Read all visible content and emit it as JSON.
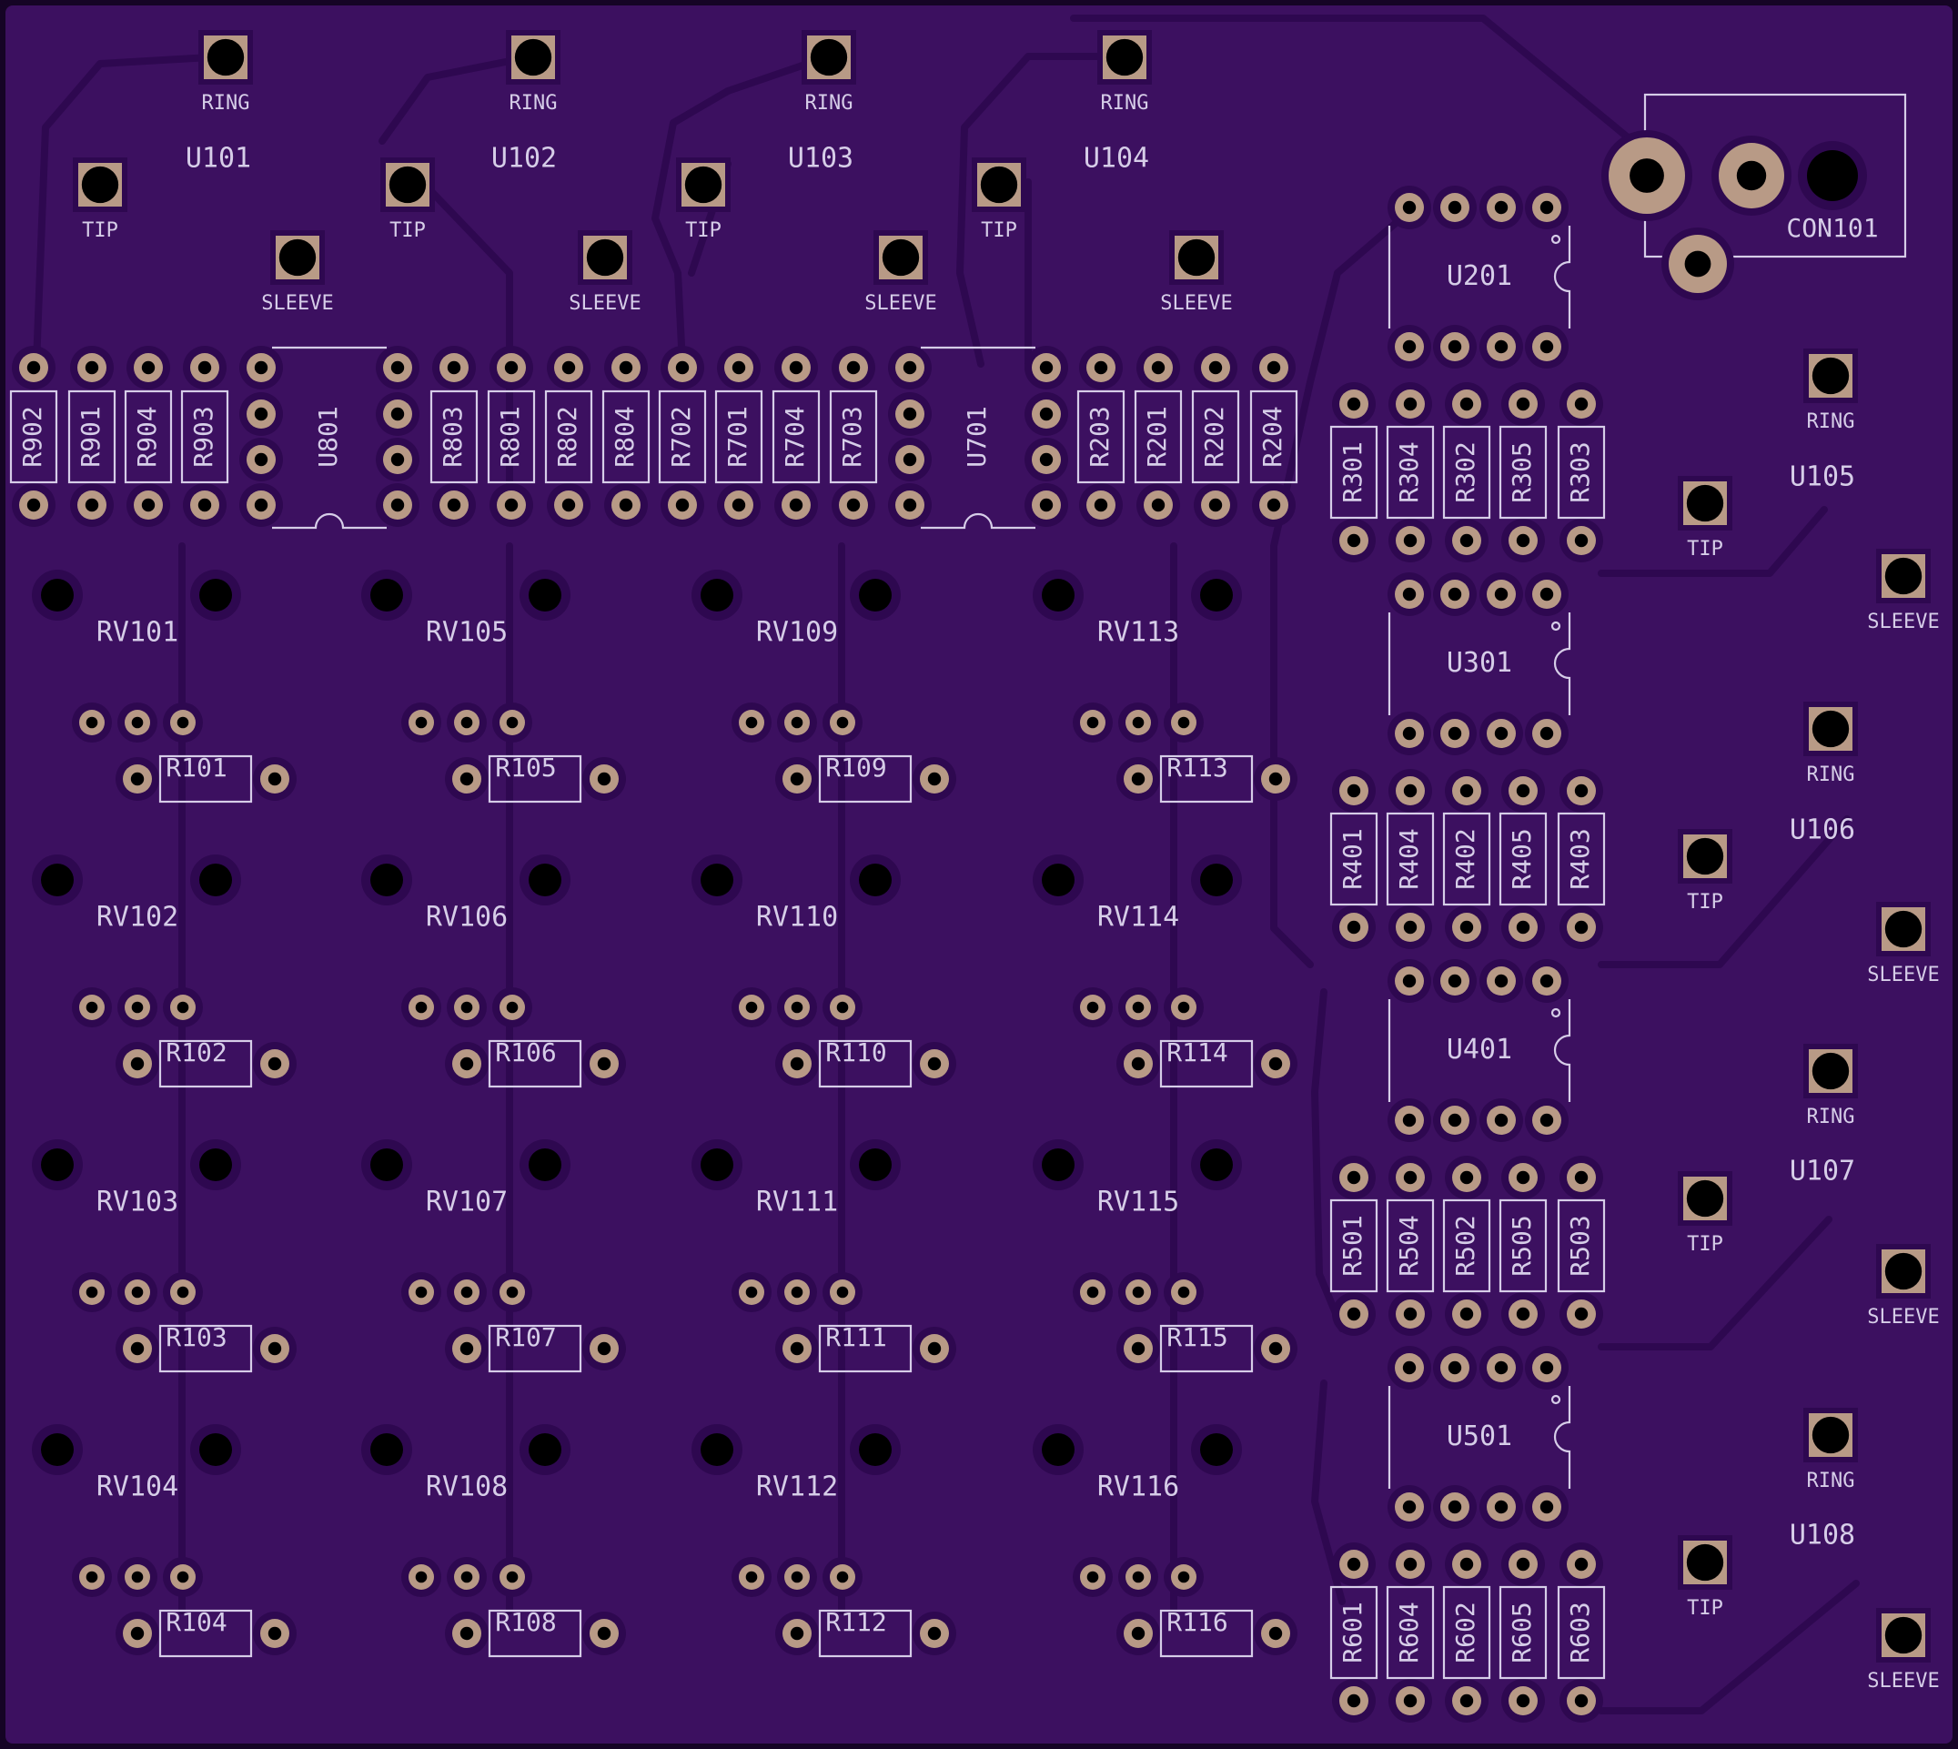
{
  "colors": {
    "outer_edge": "#150425",
    "board": "#3c1060",
    "clearance": "#2e0850",
    "copper_pad": "#b89a86",
    "drill": "#000000",
    "silkscreen": "#d6cde8"
  },
  "jacks": [
    {
      "ref": "U101",
      "ring": "RING",
      "tip": "TIP",
      "sleeve": "SLEEVE"
    },
    {
      "ref": "U102",
      "ring": "RING",
      "tip": "TIP",
      "sleeve": "SLEEVE"
    },
    {
      "ref": "U103",
      "ring": "RING",
      "tip": "TIP",
      "sleeve": "SLEEVE"
    },
    {
      "ref": "U104",
      "ring": "RING",
      "tip": "TIP",
      "sleeve": "SLEEVE"
    },
    {
      "ref": "U105",
      "ring": "RING",
      "tip": "TIP",
      "sleeve": "SLEEVE"
    },
    {
      "ref": "U106",
      "ring": "RING",
      "tip": "TIP",
      "sleeve": "SLEEVE"
    },
    {
      "ref": "U107",
      "ring": "RING",
      "tip": "TIP",
      "sleeve": "SLEEVE"
    },
    {
      "ref": "U108",
      "ring": "RING",
      "tip": "TIP",
      "sleeve": "SLEEVE"
    }
  ],
  "power_connector": "CON101",
  "top_resistors": [
    "R902",
    "R901",
    "R904",
    "R903",
    "R803",
    "R801",
    "R802",
    "R804",
    "R702",
    "R701",
    "R704",
    "R703",
    "R203",
    "R201",
    "R202",
    "R204"
  ],
  "top_ics": [
    "U801",
    "U701"
  ],
  "right_ics": [
    "U201",
    "U301",
    "U401",
    "U501"
  ],
  "right_resistor_groups": [
    [
      "R301",
      "R304",
      "R302",
      "R305",
      "R303"
    ],
    [
      "R401",
      "R404",
      "R402",
      "R405",
      "R403"
    ],
    [
      "R501",
      "R504",
      "R502",
      "R505",
      "R503"
    ],
    [
      "R601",
      "R604",
      "R602",
      "R605",
      "R603"
    ]
  ],
  "pots": [
    [
      "RV101",
      "RV105",
      "RV109",
      "RV113"
    ],
    [
      "RV102",
      "RV106",
      "RV110",
      "RV114"
    ],
    [
      "RV103",
      "RV107",
      "RV111",
      "RV115"
    ],
    [
      "RV104",
      "RV108",
      "RV112",
      "RV116"
    ]
  ],
  "pot_resistors": [
    [
      "R101",
      "R105",
      "R109",
      "R113"
    ],
    [
      "R102",
      "R106",
      "R110",
      "R114"
    ],
    [
      "R103",
      "R107",
      "R111",
      "R115"
    ],
    [
      "R104",
      "R108",
      "R112",
      "R116"
    ]
  ]
}
